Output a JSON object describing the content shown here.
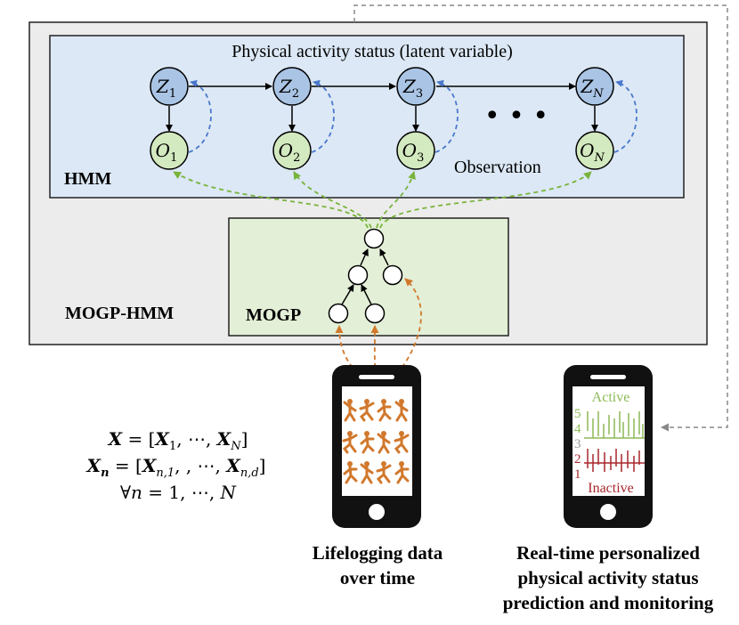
{
  "outer_label": "MOGP-HMM",
  "hmm": {
    "label": "HMM",
    "title": "Physical activity status (latent variable)",
    "observation_label": "Observation",
    "ellipsis": "• • •",
    "latent_nodes": [
      {
        "base": "Z",
        "sub": "1"
      },
      {
        "base": "Z",
        "sub": "2"
      },
      {
        "base": "Z",
        "sub": "3"
      },
      {
        "base": "Z",
        "sub": "N"
      }
    ],
    "observed_nodes": [
      {
        "base": "O",
        "sub": "1"
      },
      {
        "base": "O",
        "sub": "2"
      },
      {
        "base": "O",
        "sub": "3"
      },
      {
        "base": "O",
        "sub": "N"
      }
    ]
  },
  "mogp": {
    "label": "MOGP"
  },
  "equations": {
    "line1": {
      "lhs": "X",
      "eq": " = [",
      "x": "X",
      "s1": "1",
      "dots": ", ⋯, ",
      "sN": "N",
      "close": "]"
    },
    "line2": {
      "lhs": "X",
      "lhs_sub": "n",
      "eq": " = [",
      "s1": "n,1",
      "dots": ", , ⋯, ",
      "sd": "n,d",
      "close": "]"
    },
    "line3": {
      "text1": "∀",
      "n": "n",
      "rest": " = 1, ⋯, ",
      "N": "N"
    }
  },
  "left_phone": {
    "caption_line1": "Lifelogging data",
    "caption_line2": "over time"
  },
  "right_phone": {
    "active_label": "Active",
    "inactive_label": "Inactive",
    "levels": [
      "5",
      "4",
      "3",
      "2",
      "1"
    ],
    "caption_line1": "Real-time personalized",
    "caption_line2": "physical activity status",
    "caption_line3": "prediction and monitoring"
  },
  "colors": {
    "outer_bg": "#ececec",
    "hmm_bg": "#dce8f5",
    "mogp_bg": "#e3efd6",
    "node_latent": "#a9c4e4",
    "node_observed": "#d3e9bf",
    "green_arrow": "#78b43c",
    "blue_arrow": "#4a78cc",
    "orange": "#d1782c",
    "active_green": "#8db856",
    "inactive_red": "#a8262c",
    "level_gray": "#9a9a9a"
  }
}
